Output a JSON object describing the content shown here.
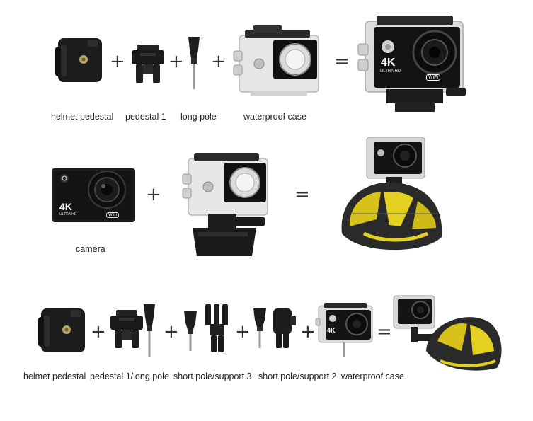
{
  "row1": {
    "labels": {
      "helmet_pedestal": "helmet pedestal",
      "pedestal_1": "pedestal 1",
      "long_pole": "long pole",
      "waterproof_case": "waterproof case"
    },
    "operators": [
      "+",
      "+",
      "+",
      "="
    ]
  },
  "row2": {
    "labels": {
      "camera": "camera"
    },
    "operators": [
      "+",
      "="
    ]
  },
  "row3": {
    "labels": {
      "helmet_pedestal": "helmet pedestal",
      "pedestal_long_pole": "pedestal 1/long pole",
      "short_pole_support_3": "short pole/support 3",
      "short_pole_support_2": "short pole/support 2",
      "waterproof_case": "waterproof case"
    },
    "operators": [
      "+",
      "+",
      "+",
      "+",
      "="
    ]
  },
  "camera_text": {
    "resolution": "4K",
    "subtitle": "ULTRA HD",
    "wifi": "WiFi"
  }
}
